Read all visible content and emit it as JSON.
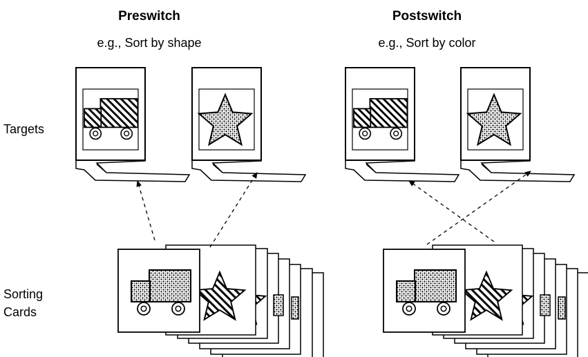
{
  "columns": [
    {
      "title": "Preswitch",
      "subtitle": "e.g., Sort by shape"
    },
    {
      "title": "Postswitch",
      "subtitle": "e.g., Sort by color"
    }
  ],
  "rows": {
    "targets_label": "Targets",
    "sorting_cards_label_line1": "Sorting",
    "sorting_cards_label_line2": "Cards"
  },
  "targets": [
    {
      "icon": "truck-icon",
      "color": "stripes"
    },
    {
      "icon": "star-icon",
      "color": "dots"
    }
  ],
  "sorting_cards": [
    {
      "icon": "truck-icon",
      "color": "dots"
    },
    {
      "icon": "star-icon",
      "color": "stripes"
    }
  ],
  "colors": {
    "ink": "#000000",
    "paper": "#ffffff"
  }
}
